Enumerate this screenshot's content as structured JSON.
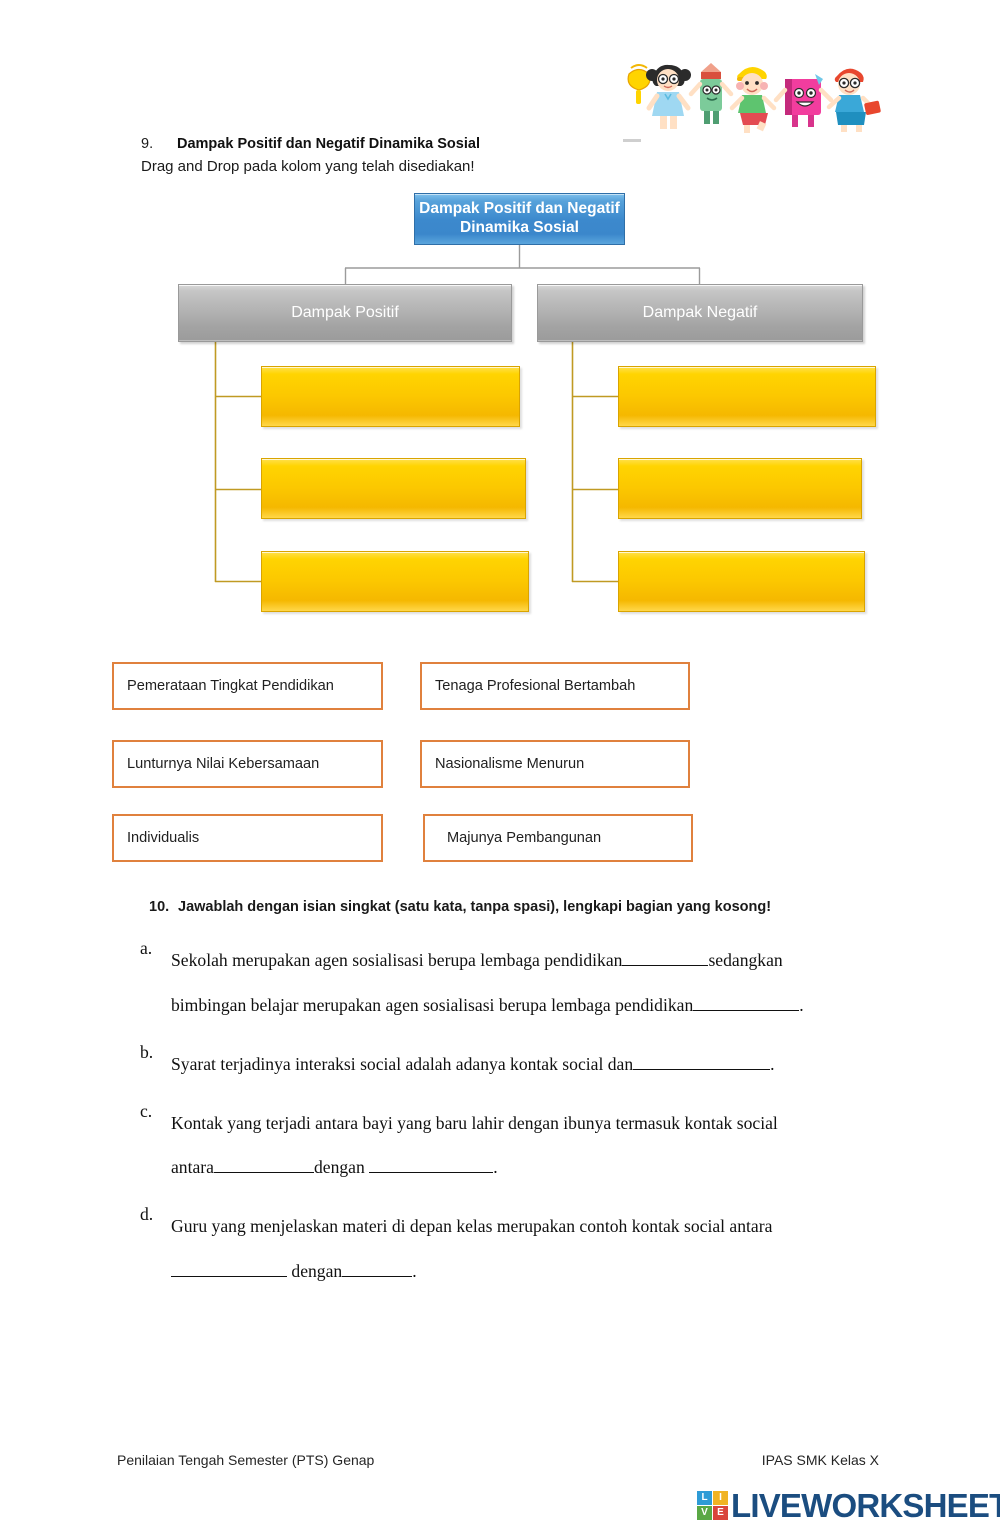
{
  "header_image": {
    "name": "children-school-supplies-clipart",
    "description": "Cartoon children and school supplies holding hands"
  },
  "question9": {
    "number": "9.",
    "title": "Dampak Positif dan Negatif Dinamika Sosial",
    "instruction": "Drag and Drop pada kolom yang telah disediakan!",
    "diagram": {
      "root": "Dampak Positif dan Negatif Dinamika Sosial",
      "branches": [
        {
          "label": "Dampak Positif",
          "slots": [
            "",
            "",
            ""
          ]
        },
        {
          "label": "Dampak Negatif",
          "slots": [
            "",
            "",
            ""
          ]
        }
      ],
      "colors": {
        "root": "#3c89cd",
        "branch": "#b3b3b3",
        "slot": "#fcc800",
        "word_border": "#e0813d"
      }
    },
    "word_bank": [
      "Pemerataan Tingkat Pendidikan",
      "Tenaga Profesional Bertambah",
      "Lunturnya Nilai Kebersamaan",
      "Nasionalisme Menurun",
      "Individualis",
      "Majunya Pembangunan"
    ]
  },
  "question10": {
    "number": "10.",
    "title": "Jawablah dengan isian singkat (satu kata, tanpa spasi), lengkapi bagian yang kosong!",
    "items": [
      {
        "letter": "a.",
        "part1": "Sekolah merupakan agen sosialisasi berupa lembaga  pendidikan",
        "part2": "sedangkan",
        "part3": "bimbingan belajar merupakan agen sosialisasi berupa lembaga pendidikan",
        "part4": "."
      },
      {
        "letter": "b.",
        "part1": "Syarat terjadinya interaksi social adalah adanya kontak social dan",
        "part2": "."
      },
      {
        "letter": "c.",
        "part1": "Kontak yang terjadi antara bayi yang baru lahir dengan ibunya termasuk kontak social",
        "part2": "antara",
        "part3": "dengan",
        "part4": "."
      },
      {
        "letter": "d.",
        "part1": "Guru yang menjelaskan materi di depan kelas merupakan contoh kontak social antara",
        "part2": "dengan",
        "part3": "."
      }
    ]
  },
  "footer": {
    "left": "Penilaian Tengah Semester (PTS) Genap",
    "right": "IPAS SMK Kelas X"
  },
  "branding": {
    "tiles": [
      "L",
      "I",
      "V",
      "E"
    ],
    "wordmark": "LIVEWORKSHEETS"
  }
}
